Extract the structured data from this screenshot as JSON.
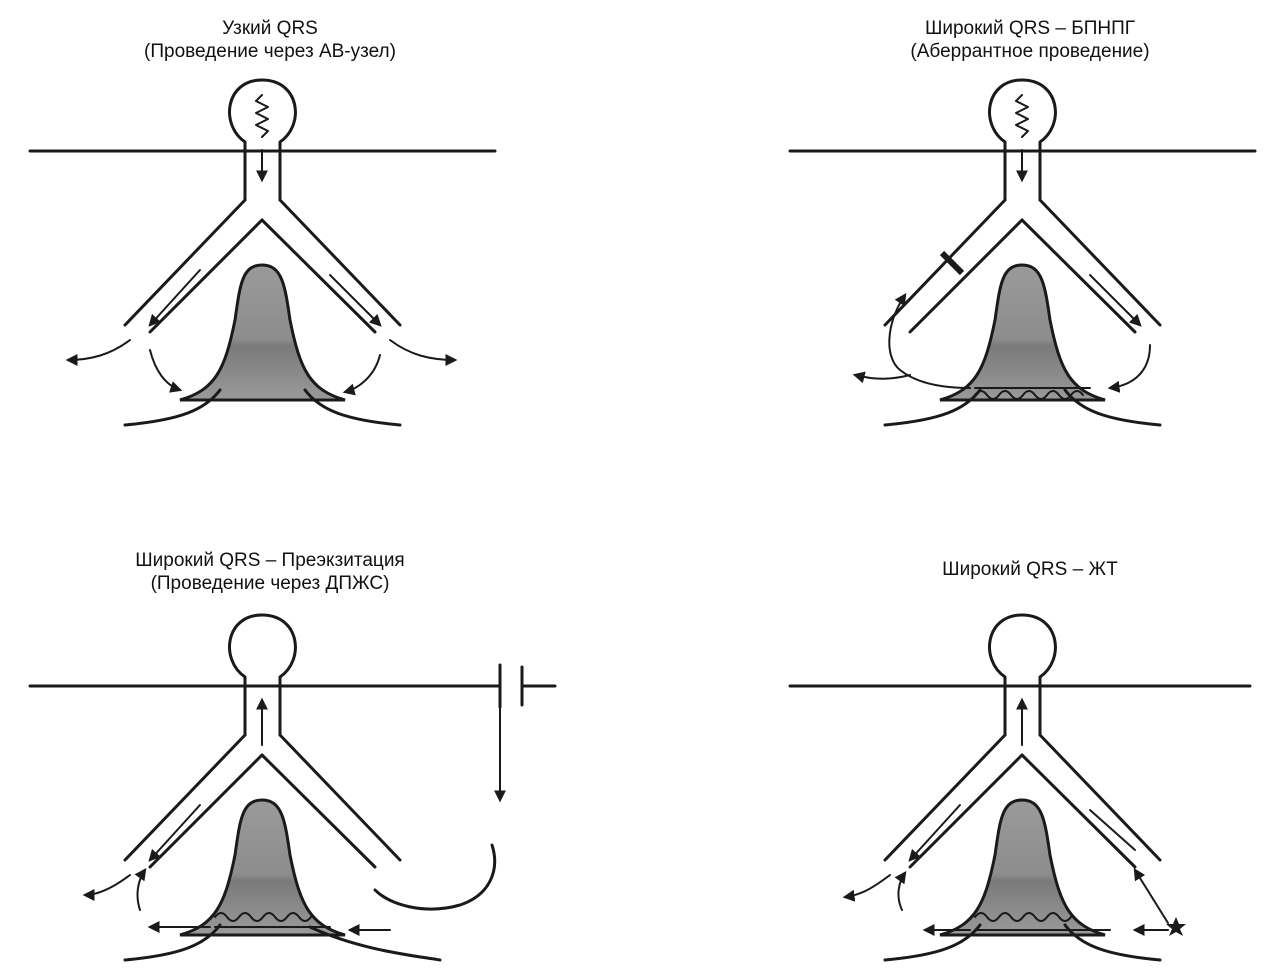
{
  "panels": [
    {
      "title": "Узкий QRS",
      "subtitle": "(Проведение через АВ-узел)"
    },
    {
      "title": "Широкий QRS – БПНПГ",
      "subtitle": "(Аберрантное проведение)"
    },
    {
      "title": "Широкий QRS – Преэкзитация",
      "subtitle": "(Проведение через ДПЖС)"
    },
    {
      "title": "Широкий QRS – ЖТ",
      "subtitle": ""
    }
  ],
  "colors": {
    "ink": "#1a1a1a",
    "septum_fill": "#8a8a8a",
    "background": "#ffffff"
  }
}
